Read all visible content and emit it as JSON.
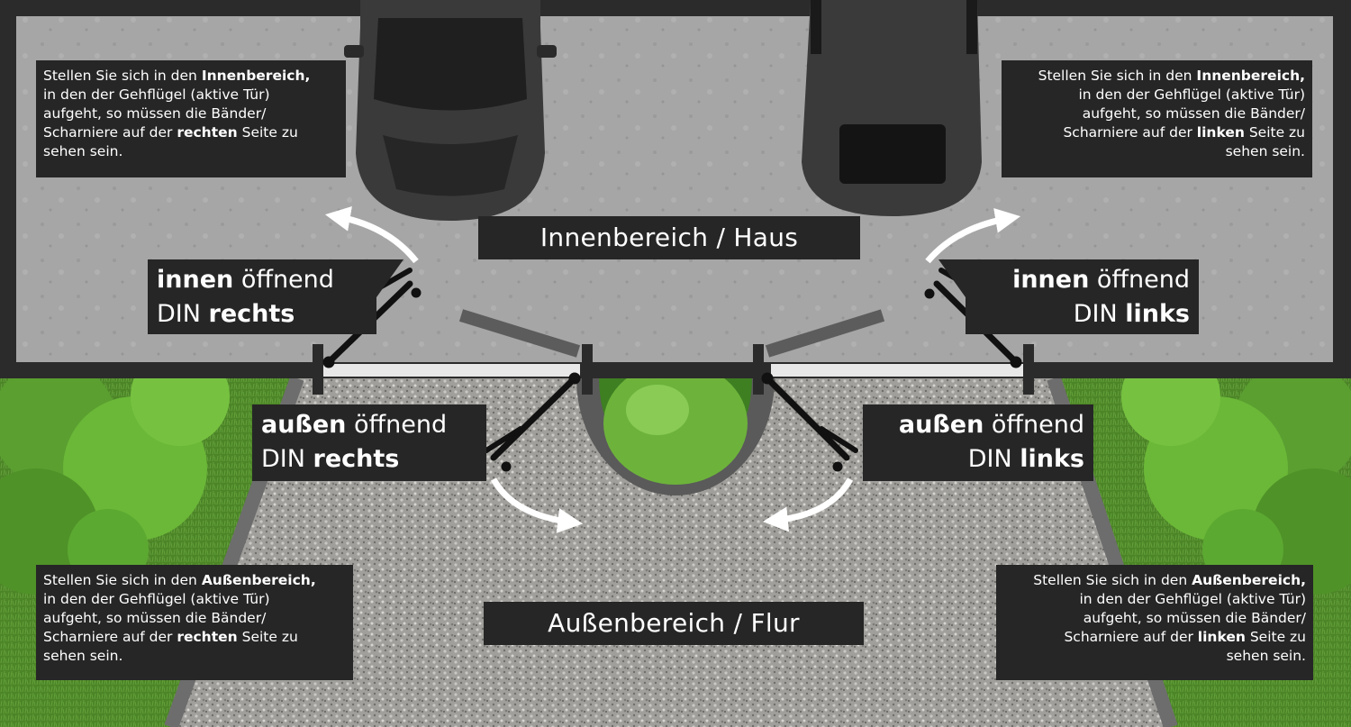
{
  "zones": {
    "inside": "Innenbereich / Haus",
    "outside": "Außenbereich / Flur"
  },
  "info_boxes": {
    "inside_left": {
      "lines": [
        [
          "Stellen Sie sich in den ",
          "Innenbereich,",
          ""
        ],
        [
          "in den der Gehflügel (aktive Tür)",
          "",
          ""
        ],
        [
          "aufgeht, so müssen die Bänder/",
          "",
          ""
        ],
        [
          "Scharniere auf der ",
          "rechten",
          " Seite zu"
        ],
        [
          "sehen sein.",
          "",
          ""
        ]
      ]
    },
    "inside_right": {
      "lines": [
        [
          "Stellen Sie sich in den ",
          "Innenbereich,",
          ""
        ],
        [
          "in den der Gehflügel (aktive Tür)",
          "",
          ""
        ],
        [
          "aufgeht, so müssen die Bänder/",
          "",
          ""
        ],
        [
          "Scharniere auf der ",
          "linken",
          " Seite zu"
        ],
        [
          "sehen sein.",
          "",
          ""
        ]
      ]
    },
    "outside_left": {
      "lines": [
        [
          "Stellen Sie sich in den ",
          "Außenbereich,",
          ""
        ],
        [
          "in den der Gehflügel (aktive Tür)",
          "",
          ""
        ],
        [
          "aufgeht, so müssen die Bänder/",
          "",
          ""
        ],
        [
          "Scharniere auf der ",
          "rechten",
          " Seite zu"
        ],
        [
          "sehen sein.",
          "",
          ""
        ]
      ]
    },
    "outside_right": {
      "lines": [
        [
          "Stellen Sie sich in den ",
          "Außenbereich,",
          ""
        ],
        [
          "in den der Gehflügel (aktive Tür)",
          "",
          ""
        ],
        [
          "aufgeht, so müssen die Bänder/",
          "",
          ""
        ],
        [
          "Scharniere auf der ",
          "linken",
          " Seite zu"
        ],
        [
          "sehen sein.",
          "",
          ""
        ]
      ]
    }
  },
  "door_labels": {
    "in_right": {
      "line1_bold": "innen",
      "line1_rest": " öffnend",
      "line2_rest": "DIN ",
      "line2_bold": "rechts"
    },
    "in_left": {
      "line1_bold": "innen",
      "line1_rest": " öffnend",
      "line2_rest": "DIN ",
      "line2_bold": "links"
    },
    "out_right": {
      "line1_bold": "außen",
      "line1_rest": " öffnend",
      "line2_rest": "DIN ",
      "line2_bold": "rechts"
    },
    "out_left": {
      "line1_bold": "außen",
      "line1_rest": " öffnend",
      "line2_rest": "DIN ",
      "line2_bold": "links"
    }
  },
  "colors": {
    "frame": "#2b2b2b",
    "concrete": "#a3a3a3",
    "gravel": "#9c9c98",
    "grass": "#4f8a2a",
    "hedge": "#5ea932",
    "label_bg": "#262626",
    "door": "#111111",
    "arrow": "#ffffff"
  },
  "icons": [
    "car-sports-icon",
    "car-van-icon",
    "hedge-bush-icon",
    "door-swing-arrow-icon"
  ]
}
